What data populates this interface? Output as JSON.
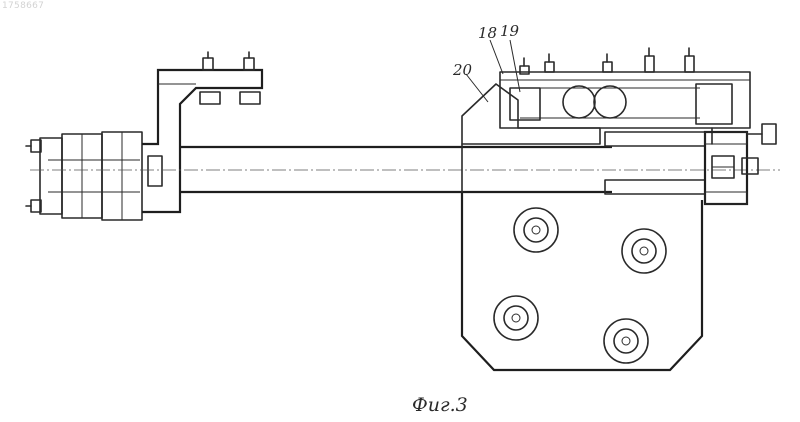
{
  "document": {
    "doc_number": "1758667",
    "figure_caption": "Фиг.3"
  },
  "callouts": {
    "label_18": "18",
    "label_19": "19",
    "label_20": "20"
  },
  "icons": {
    "roller": "roller-icon",
    "bolt": "bolt-icon"
  }
}
